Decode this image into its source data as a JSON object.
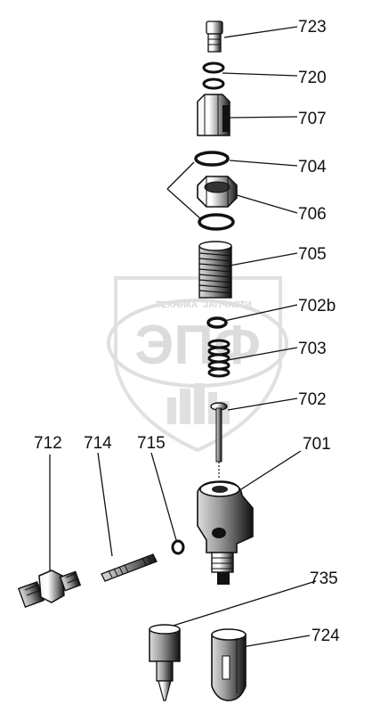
{
  "watermark": {
    "top_text": "ТЕХНИКА",
    "top_text_right": "ЗАПЧАСТИ",
    "logo_text": "ЭПФ",
    "color": "#d9d9d9"
  },
  "colors": {
    "ink": "#111111",
    "paper": "#ffffff"
  },
  "parts": [
    {
      "id": "p723",
      "label": "723"
    },
    {
      "id": "p720",
      "label": "720"
    },
    {
      "id": "p707",
      "label": "707"
    },
    {
      "id": "p704",
      "label": "704"
    },
    {
      "id": "p706",
      "label": "706"
    },
    {
      "id": "p705",
      "label": "705"
    },
    {
      "id": "p702b",
      "label": "702b"
    },
    {
      "id": "p703",
      "label": "703"
    },
    {
      "id": "p702",
      "label": "702"
    },
    {
      "id": "p701",
      "label": "701"
    },
    {
      "id": "p712",
      "label": "712"
    },
    {
      "id": "p714",
      "label": "714"
    },
    {
      "id": "p715",
      "label": "715"
    },
    {
      "id": "p735",
      "label": "735"
    },
    {
      "id": "p724",
      "label": "724"
    }
  ]
}
